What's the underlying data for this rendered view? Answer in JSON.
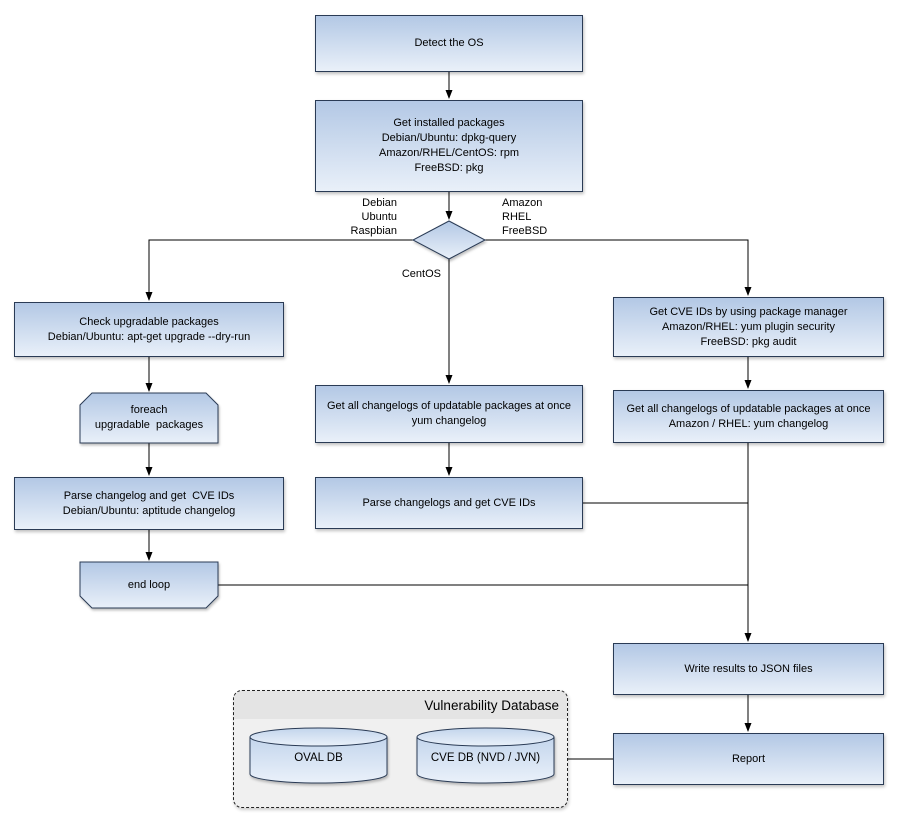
{
  "diagram": {
    "nodes": {
      "detect_os": {
        "lines": [
          "Detect the OS"
        ]
      },
      "get_installed_packages": {
        "lines": [
          "Get installed packages",
          "Debian/Ubuntu: dpkg-query",
          "Amazon/RHEL/CentOS: rpm",
          "FreeBSD: pkg"
        ]
      },
      "check_upgradable_packages": {
        "lines": [
          "Check upgradable packages",
          "Debian/Ubuntu: apt-get upgrade --dry-run"
        ]
      },
      "foreach_loop_start": {
        "lines": [
          "foreach",
          "upgradable  packages"
        ]
      },
      "parse_changelog_debian": {
        "lines": [
          "Parse changelog and get  CVE IDs",
          "Debian/Ubuntu: aptitude changelog"
        ]
      },
      "end_loop": {
        "lines": [
          "end loop"
        ]
      },
      "get_changelogs_centos": {
        "lines": [
          "Get all changelogs of updatable packages at once",
          "yum changelog"
        ]
      },
      "parse_changelogs_centos": {
        "lines": [
          "Parse changelogs and get CVE IDs"
        ]
      },
      "get_cve_ids_package_manager": {
        "lines": [
          "Get CVE IDs by using package manager",
          "Amazon/RHEL: yum plugin security",
          "FreeBSD: pkg audit"
        ]
      },
      "get_changelogs_amazon_rhel": {
        "lines": [
          "Get all changelogs of updatable packages at once",
          "Amazon / RHEL: yum changelog"
        ]
      },
      "write_results_json": {
        "lines": [
          "Write results to JSON files"
        ]
      },
      "report": {
        "lines": [
          "Report"
        ]
      }
    },
    "decision_labels": {
      "left": [
        "Debian",
        "Ubuntu",
        "Raspbian"
      ],
      "right": [
        "Amazon",
        "RHEL",
        "FreeBSD"
      ],
      "down": "CentOS"
    },
    "database": {
      "title": "Vulnerability Database",
      "cylinders": [
        "OVAL DB",
        "CVE DB (NVD / JVN)"
      ]
    },
    "colors": {
      "box_gradient_top": "#b3c8e5",
      "box_gradient_bottom": "#e9f0f9",
      "box_border": "#2a3b55",
      "connector": "#000000",
      "db_container_bg": "#f0f0f0"
    }
  }
}
